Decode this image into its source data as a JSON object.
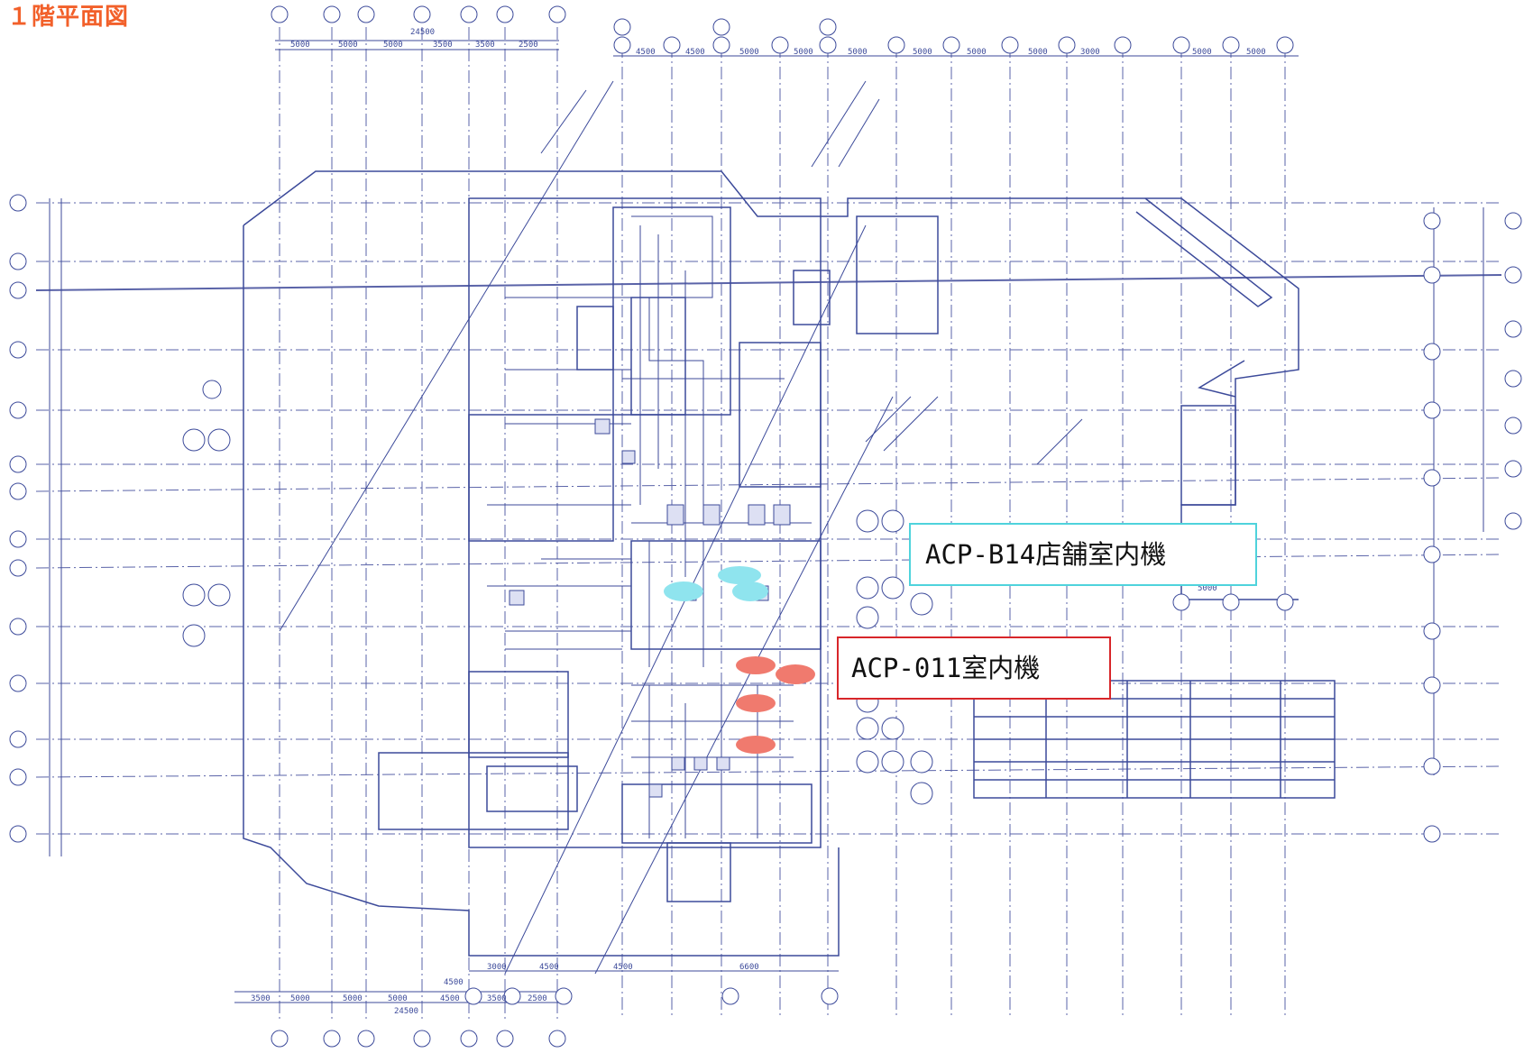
{
  "title": "１階平面図",
  "colors": {
    "title": "#f2602a",
    "linework": "#3c4a9a",
    "grid": "#5a63a8",
    "cyan_callout": "#4fd3dc",
    "red_callout": "#d8262a",
    "cyan_marker": "#8fe4ee",
    "red_marker": "#f07a6e"
  },
  "callouts": {
    "acp_b14": "ACP-B14店舗室内機",
    "acp_011": "ACP-011室内機"
  },
  "dimensions": {
    "top_left_total": "24500",
    "top_left_spans": [
      "5000",
      "5000",
      "5000",
      "3500",
      "3500",
      "2500"
    ],
    "top_right_spans": [
      "4500",
      "4500",
      "5000",
      "5000",
      "5000",
      "5000",
      "5000",
      "5000",
      "3000",
      "5000",
      "5000"
    ],
    "bottom_total": "24500",
    "bottom_spans": [
      "3500",
      "5000",
      "5000",
      "5000",
      "4500",
      "3500",
      "2500"
    ],
    "bottom_upper_spans": [
      "3000",
      "4500",
      "4500",
      "6600"
    ],
    "bottom_low": "4500",
    "right_label": "5000"
  }
}
